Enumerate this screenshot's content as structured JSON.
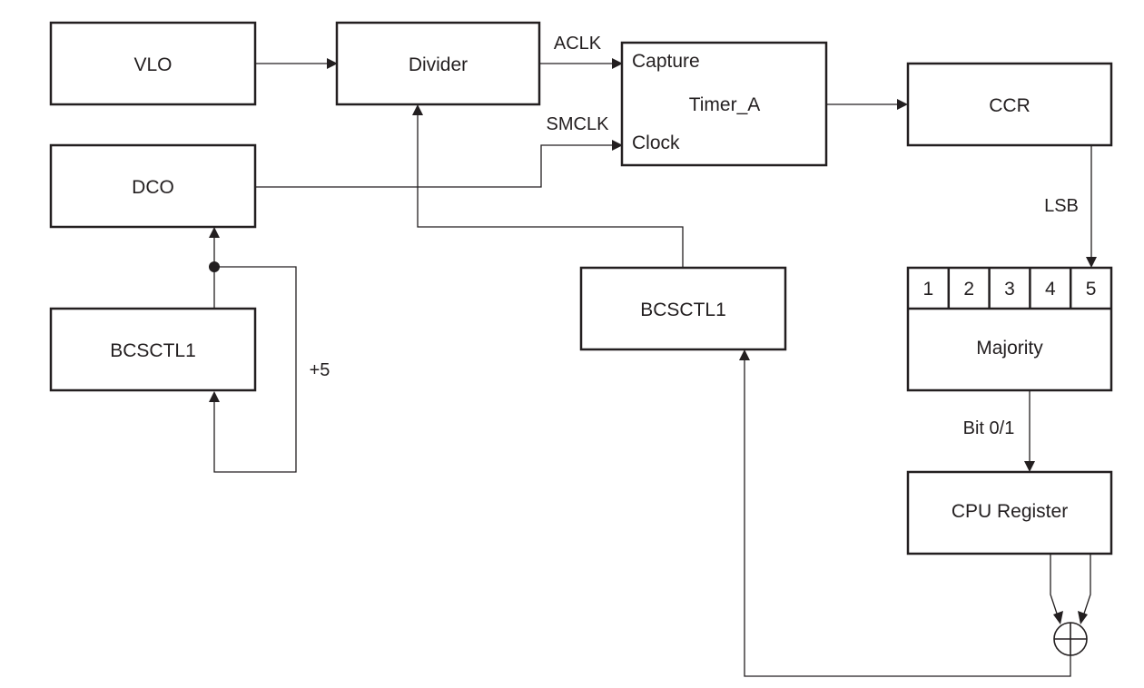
{
  "blocks": {
    "vlo": "VLO",
    "divider": "Divider",
    "timer": "Timer_A",
    "ccr": "CCR",
    "dco": "DCO",
    "bcsctl1_left": "BCSCTL1",
    "bcsctl1_mid": "BCSCTL1",
    "majority": "Majority",
    "cpu_register": "CPU Register"
  },
  "ports": {
    "capture": "Capture",
    "clock": "Clock"
  },
  "edge_labels": {
    "aclk": "ACLK",
    "smclk": "SMCLK",
    "lsb": "LSB",
    "plus5": "+5",
    "bit01": "Bit 0/1"
  },
  "shift_register_cells": [
    "1",
    "2",
    "3",
    "4",
    "5"
  ]
}
